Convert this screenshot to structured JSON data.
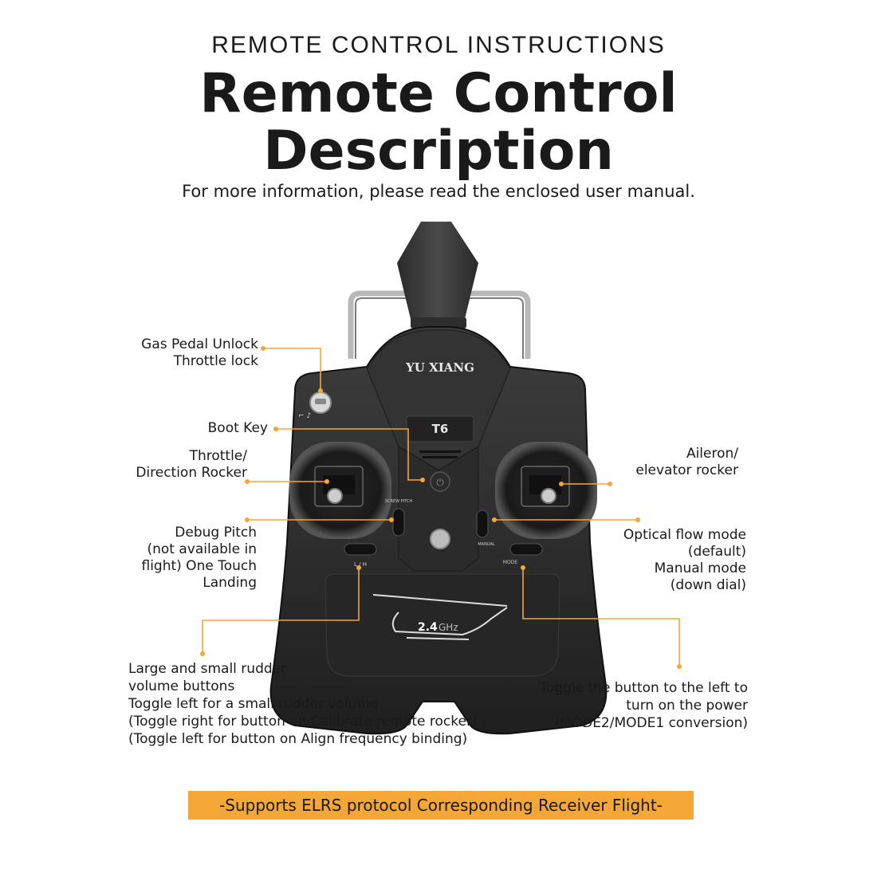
{
  "header": {
    "kicker": "REMOTE CONTROL INSTRUCTIONS",
    "title_line1": "Remote Control",
    "title_line2": "Description",
    "subtitle": "For more information, please read the enclosed user manual."
  },
  "device": {
    "brand": "YU XIANG",
    "model": "T6",
    "band": "2.4",
    "band_unit": "GHz",
    "switch_left_caption": "L / H",
    "switch_mode_caption": "MODE",
    "switch_pitch_caption": "SCREW PITCH",
    "switch_manual_caption": "MANUAL"
  },
  "labels": {
    "gas_pedal": [
      "Gas Pedal Unlock",
      "Throttle lock"
    ],
    "boot_key": "Boot Key",
    "throttle": [
      "Throttle/",
      "Direction Rocker"
    ],
    "aileron": [
      "Aileron/",
      "elevator rocker"
    ],
    "debug_pitch": [
      "Debug Pitch",
      "(not available in",
      "flight) One Touch",
      "Landing"
    ],
    "optical_flow": [
      "Optical flow mode",
      "(default)",
      "Manual mode",
      "(down dial)"
    ],
    "rudder": [
      "Large and small rudder",
      "volume buttons",
      "Toggle left for a small rudder volume",
      "(Toggle right for button on Calibrate remote rocker)",
      "(Toggle left for button on Align frequency binding)"
    ],
    "power": [
      "Toggle the button to the left to",
      "turn on the power",
      "(MODE2/MODE1 conversion)"
    ]
  },
  "banner": "-Supports ELRS protocol Corresponding Receiver Flight-",
  "colors": {
    "accent": "#f4a636",
    "body": "#2b2b2b",
    "text": "#1a1a1a"
  }
}
